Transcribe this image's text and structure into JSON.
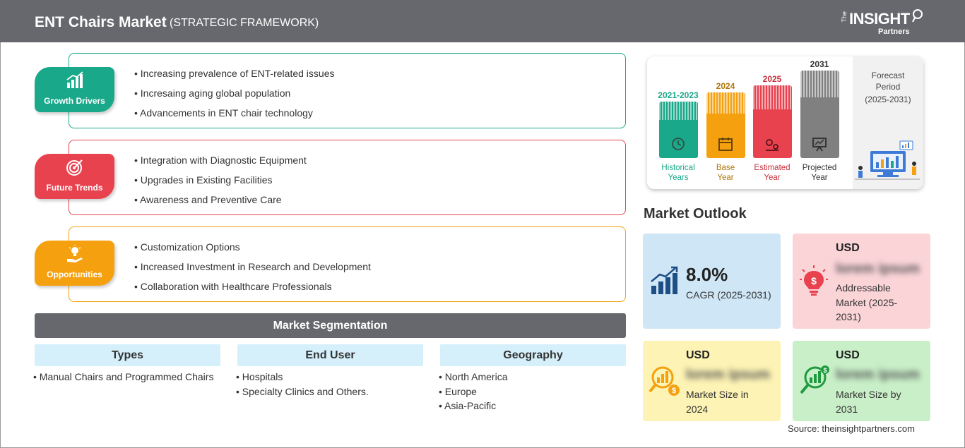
{
  "header": {
    "title": "ENT Chairs Market",
    "subtitle": "(STRATEGIC FRAMEWORK)",
    "logo_the": "The",
    "logo_main": "INSIGHT",
    "logo_partners": "Partners"
  },
  "framework": [
    {
      "label": "Growth Drivers",
      "icon": "bar-chart-growth-icon",
      "color": "#1aa88a",
      "items": [
        "Increasing prevalence of ENT-related issues",
        "Incresaing aging global population",
        "Advancements in ENT chair technology"
      ]
    },
    {
      "label": "Future Trends",
      "icon": "target-icon",
      "color": "#e8424f",
      "items": [
        "Integration with Diagnostic Equipment",
        "Upgrades in Existing Facilities",
        "Awareness and Preventive Care"
      ]
    },
    {
      "label": "Opportunities",
      "icon": "lightbulb-hand-icon",
      "color": "#f5a10f",
      "items": [
        "Customization Options",
        "Increased Investment in Research and Development",
        "Collaboration with Healthcare Professionals"
      ]
    }
  ],
  "segmentation": {
    "title": "Market Segmentation",
    "columns": [
      {
        "header": "Types",
        "items": [
          "Manual Chairs and Programmed Chairs"
        ]
      },
      {
        "header": "End User",
        "items": [
          "Hospitals",
          "Specialty Clinics and Others."
        ]
      },
      {
        "header": "Geography",
        "items": [
          "North America",
          "Europe",
          "Asia-Pacific"
        ]
      }
    ]
  },
  "timeline": {
    "periods": [
      {
        "year": "2021-2023",
        "caption_1": "Historical",
        "caption_2": "Years",
        "color": "#1aa88a",
        "icon": "history-clock-icon"
      },
      {
        "year": "2024",
        "caption_1": "Base",
        "caption_2": "Year",
        "color": "#f5a10f",
        "icon": "calendar-icon"
      },
      {
        "year": "2025",
        "caption_1": "Estimated",
        "caption_2": "Year",
        "color": "#e8424f",
        "icon": "gears-chart-icon"
      },
      {
        "year": "2031",
        "caption_1": "Projected",
        "caption_2": "Year",
        "color": "#808080",
        "icon": "presentation-board-icon"
      }
    ],
    "forecast_1": "Forecast",
    "forecast_2": "Period",
    "forecast_3": "(2025-2031)"
  },
  "outlook": {
    "title": "Market Outlook",
    "cagr_value": "8.0%",
    "cagr_label": "CAGR (2025-2031)",
    "cards": [
      {
        "usd": "USD",
        "value": "lorem ipsum",
        "desc_1": "Addressable",
        "desc_2": "Market (2025-",
        "desc_3": "2031)",
        "color": "#fbd4d8"
      },
      {
        "usd": "USD",
        "value": "lorem ipsum",
        "desc_1": "Market Size in",
        "desc_2": "2024",
        "color": "#fdf3b4"
      },
      {
        "usd": "USD",
        "value": "lorem ipsum",
        "desc_1": "Market Size by",
        "desc_2": "2031",
        "color": "#c9efc8"
      }
    ]
  },
  "source": "Source: theinsightpartners.com"
}
